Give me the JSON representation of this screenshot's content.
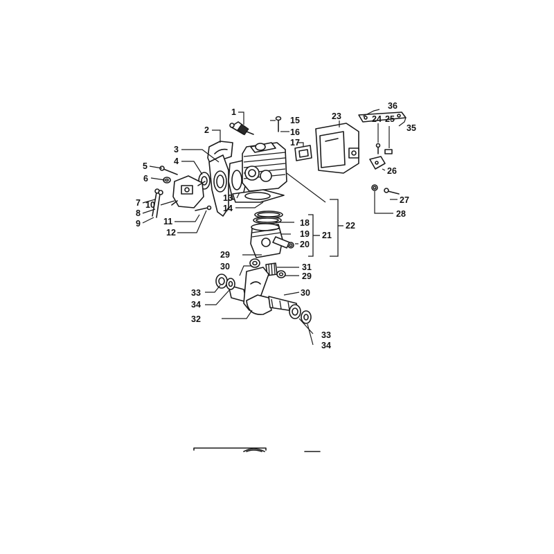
{
  "labels": {
    "l1": "1",
    "l2": "2",
    "l3": "3",
    "l4": "4",
    "l5": "5",
    "l6": "6",
    "l7": "7",
    "l8": "8",
    "l9": "9",
    "l10": "10",
    "l11": "11",
    "l12": "12",
    "l13": "13",
    "l14": "14",
    "l15": "15",
    "l16": "16",
    "l17": "17",
    "l18": "18",
    "l19": "19",
    "l20": "20",
    "l21": "21",
    "l22": "22",
    "l23": "23",
    "l24": "24",
    "l25": "25",
    "l26": "26",
    "l27": "27",
    "l28": "28",
    "l29a": "29",
    "l29b": "29",
    "l30a": "30",
    "l30b": "30",
    "l31": "31",
    "l32": "32",
    "l33a": "33",
    "l33b": "33",
    "l34a": "34",
    "l34b": "34",
    "l35": "35",
    "l36": "36"
  }
}
